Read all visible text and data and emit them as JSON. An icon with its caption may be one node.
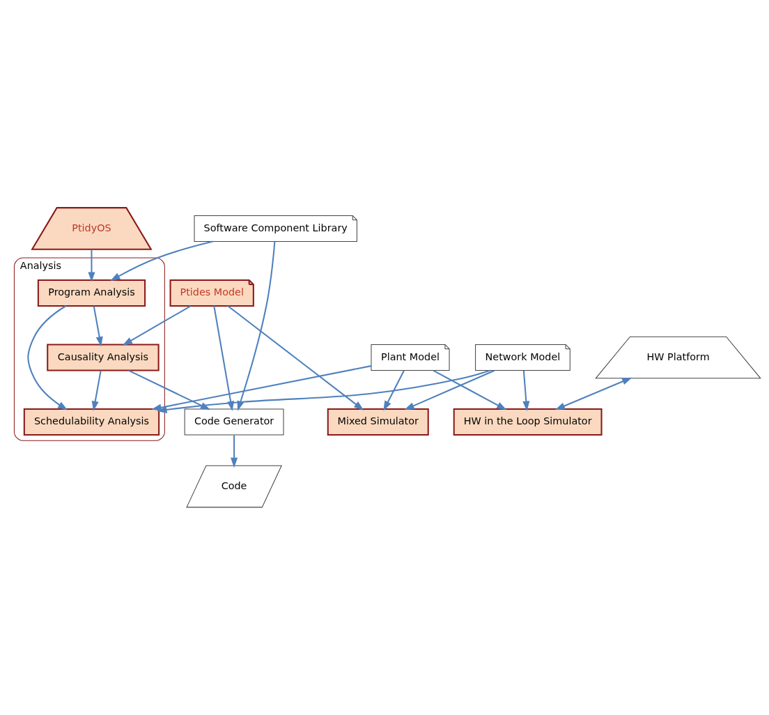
{
  "diagram": {
    "nodes": [
      {
        "text": [
          "Analysis"
        ]
      },
      {
        "text": [
          "Schedulability Analysis"
        ],
        "in": 0
      },
      {
        "text": [
          "Causality Analysis"
        ],
        "in": 0
      },
      {
        "text": [
          "Program Analysis"
        ],
        "in": 0
      },
      {
        "text": [
          "Ptides Model"
        ]
      },
      {
        "text": [
          "Code Generator"
        ]
      },
      {
        "text": [
          "Code"
        ]
      },
      {
        "text": [
          "PtidyOS"
        ]
      },
      {
        "text": [
          "HW Platform"
        ]
      },
      {
        "text": [
          "Software Component Library"
        ]
      },
      {
        "text": [
          "Mixed Simulator"
        ]
      },
      {
        "text": [
          "Plant Model"
        ]
      },
      {
        "text": [
          "HW in the Loop Simulator"
        ]
      },
      {
        "text": [
          "Network Model"
        ]
      }
    ],
    "edges": [
      {
        "from": 13,
        "to": 1,
        "arrow": "to"
      },
      {
        "from": 2,
        "to": 1,
        "arrow": "to"
      },
      {
        "from": 3,
        "to": 1,
        "arrow": "to"
      },
      {
        "from": 3,
        "to": 2,
        "arrow": "to"
      },
      {
        "from": 4,
        "to": 2,
        "arrow": "to"
      },
      {
        "from": 7,
        "to": 3,
        "arrow": "to"
      },
      {
        "from": 2,
        "to": 5,
        "arrow": "to"
      },
      {
        "from": 4,
        "to": 5,
        "arrow": "to"
      },
      {
        "from": 5,
        "to": 6,
        "arrow": "to"
      },
      {
        "from": 9,
        "to": 5,
        "arrow": "to"
      },
      {
        "from": 9,
        "to": 3,
        "arrow": "to"
      },
      {
        "from": 11,
        "to": 1,
        "arrow": "to"
      },
      {
        "from": 4,
        "to": 10,
        "arrow": "to"
      },
      {
        "from": 8,
        "to": 12,
        "arrow": "both"
      },
      {
        "from": 11,
        "to": 10,
        "arrow": "to"
      },
      {
        "from": 11,
        "to": 12,
        "arrow": "to"
      },
      {
        "from": 13,
        "to": 10,
        "arrow": "to"
      },
      {
        "from": 13,
        "to": 12,
        "arrow": "to"
      }
    ]
  }
}
